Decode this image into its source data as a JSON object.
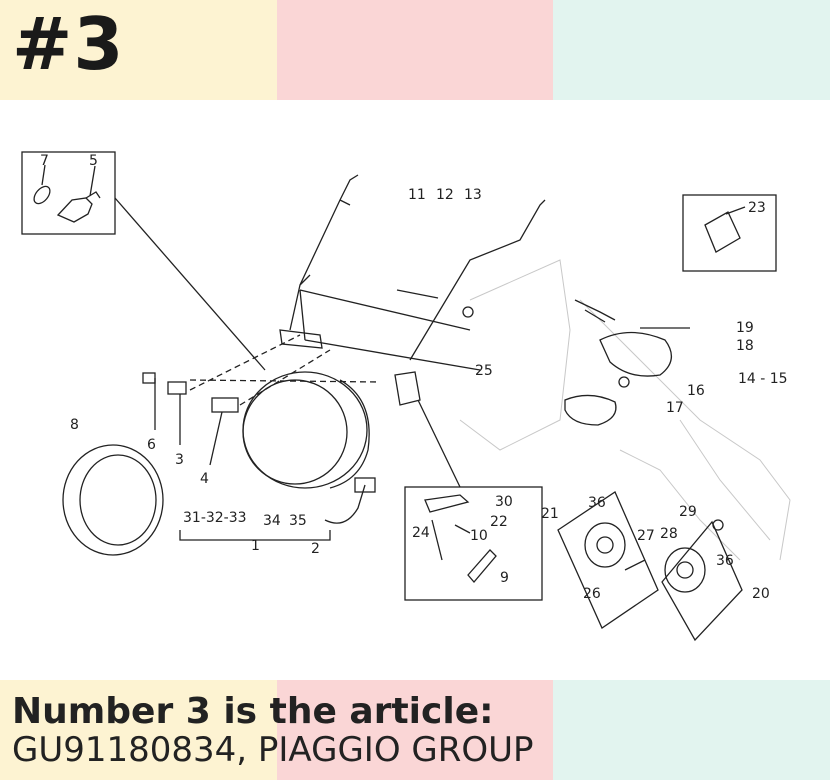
{
  "colors": {
    "yellow": "#fdf3d2",
    "pink": "#fad6d6",
    "mint": "#e2f4ef",
    "line": "#222222",
    "faint": "#c8c8c8"
  },
  "header": {
    "title": "#3"
  },
  "footer": {
    "line1": "Number 3 is the article:",
    "line2": "GU91180834, PIAGGIO GROUP"
  },
  "diagram": {
    "labels": {
      "l7": "7",
      "l5": "5",
      "l11": "11",
      "l12": "12",
      "l13": "13",
      "l23": "23",
      "l19": "19",
      "l18": "18",
      "l1415": "14 - 15",
      "l16": "16",
      "l17": "17",
      "l25": "25",
      "l8": "8",
      "l6": "6",
      "l3": "3",
      "l4": "4",
      "l313233": "31-32-33",
      "l34": "34",
      "l35": "35",
      "l1": "1",
      "l2": "2",
      "l30": "30",
      "l22": "22",
      "l24": "24",
      "l10": "10",
      "l9": "9",
      "l21": "21",
      "l36a": "36",
      "l27": "27",
      "l28": "28",
      "l29": "29",
      "l36b": "36",
      "l26": "26",
      "l20": "20"
    }
  }
}
